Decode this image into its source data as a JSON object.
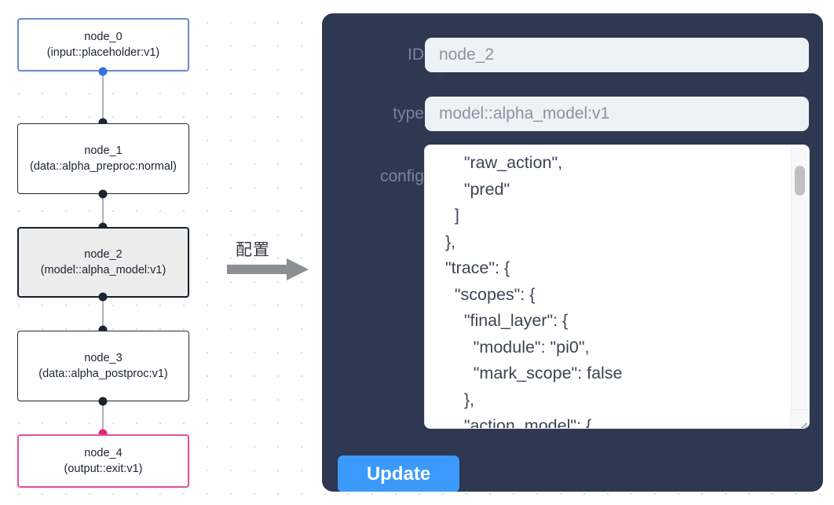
{
  "canvas": {
    "background_color": "#ffffff",
    "dot_color": "#d9d9de",
    "nodes": [
      {
        "id": "node_0",
        "label": "node_0\n(input::placeholder:v1)",
        "type": "input::placeholder:v1",
        "border_color": "#6c8ccd",
        "fill_color": "#ffffff",
        "selected": false
      },
      {
        "id": "node_1",
        "label": "node_1\n(data::alpha_preproc:normal)",
        "type": "data::alpha_preproc:normal",
        "border_color": "#25303f",
        "fill_color": "#ffffff",
        "selected": false
      },
      {
        "id": "node_2",
        "label": "node_2\n(model::alpha_model:v1)",
        "type": "model::alpha_model:v1",
        "border_color": "#17202c",
        "fill_color": "#ececec",
        "selected": true
      },
      {
        "id": "node_3",
        "label": "node_3\n(data::alpha_postproc:v1)",
        "type": "data::alpha_postproc:v1",
        "border_color": "#25303f",
        "fill_color": "#ffffff",
        "selected": false
      },
      {
        "id": "node_4",
        "label": "node_4\n(output::exit:v1)",
        "type": "output::exit:v1",
        "border_color": "#e0519b",
        "fill_color": "#ffffff",
        "selected": false
      }
    ],
    "edges": [
      {
        "from": "node_0",
        "to": "node_1"
      },
      {
        "from": "node_1",
        "to": "node_2"
      },
      {
        "from": "node_2",
        "to": "node_3"
      },
      {
        "from": "node_3",
        "to": "node_4"
      }
    ]
  },
  "arrow": {
    "label": "配置",
    "color": "#7d8086",
    "icon": "arrow-right-icon"
  },
  "panel": {
    "background_color": "#2e3850",
    "accent_color": "#3b9afb",
    "fields": [
      {
        "label": "ID",
        "value": "node_2",
        "placeholder": "node_2"
      },
      {
        "label": "type",
        "value": "model::alpha_model:v1",
        "placeholder": "model::alpha_model:v1"
      }
    ],
    "config": {
      "label": "config",
      "value": "      \"raw_action\",\n      \"pred\"\n    ]\n  },\n  \"trace\": {\n    \"scopes\": {\n      \"final_layer\": {\n        \"module\": \"pi0\",\n        \"mark_scope\": false\n      },\n      \"action_model\": {",
      "scrollbar": "vertical-scrollbar",
      "resize_handle": "resize-handle-icon"
    },
    "update_button": {
      "label": "Update"
    }
  }
}
